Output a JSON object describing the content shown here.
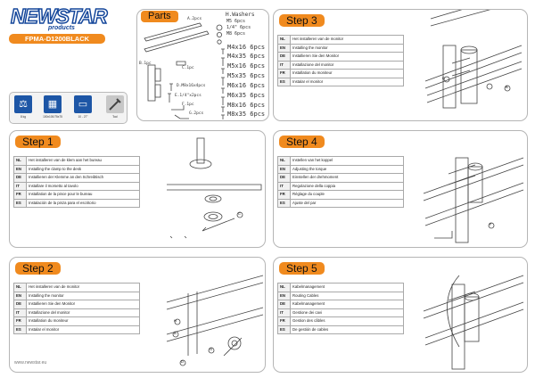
{
  "brand": {
    "logo": "NEWSTAR",
    "logo_sub": "products",
    "model": "FPMA-D1200BLACK",
    "website": "www.newstar.eu"
  },
  "specs": [
    {
      "icon": "weight-icon",
      "text": "8 kg"
    },
    {
      "icon": "vesa-icon",
      "text": "100x100/75x75"
    },
    {
      "icon": "screen-size-icon",
      "text": "10 - 27\""
    },
    {
      "icon": "tools-icon",
      "text": "Tool"
    }
  ],
  "parts": {
    "title": "Parts",
    "labels": {
      "a": "A.2pcs",
      "b": "B.1pc",
      "c": "C.1pc",
      "d": "D.M8x16x4pcs",
      "e": "E.1/4\"x2pcs",
      "f": "F.1pc",
      "g": "G.2pcs",
      "h": "H.Washers",
      "m5": "M5 6pcs",
      "q14": "1/4\" 6pcs",
      "m8": "M8 6pcs",
      "m4x16": "M4x16 6pcs",
      "m4x35": "M4x35 6pcs",
      "m5x16": "M5x16 6pcs",
      "m5x35": "M5x35 6pcs",
      "m6x16": "M6x16 6pcs",
      "m6x35": "M6x35 6pcs",
      "m8x16": "M8x16 6pcs",
      "m8x35": "M8x35 6pcs"
    }
  },
  "lang_codes": [
    "NL",
    "EN",
    "DE",
    "IT",
    "FR",
    "ES"
  ],
  "steps": [
    {
      "title": "Step 1",
      "lines": [
        "Het installeren van de klem aan het bureau",
        "Installing the clamp to the desk",
        "Installieren der Klemme an den Schreibtisch",
        "Installare il morsetto al tavolo",
        "Installation de la pince pour le bureau",
        "Instalación de la pinza para el escritorio"
      ]
    },
    {
      "title": "Step 2",
      "lines": [
        "Het installeren van de monitor",
        "Installing the monitor",
        "Installieren Sie den Monitor",
        "Installazione del monitor",
        "Installation du moniteur",
        "Instalar el monitor"
      ]
    },
    {
      "title": "Step 3",
      "lines": [
        "Het installeren van de monitor",
        "Installing the monitor",
        "Installieren Sie den Monitor",
        "Installazione del monitor",
        "Installation du moniteur",
        "Instalar el monitor"
      ]
    },
    {
      "title": "Step 4",
      "lines": [
        "Instellen van het koppel",
        "Adjusting the torque",
        "Einstellen der drehmoment",
        "Regolazione della coppia",
        "Réglage du couple",
        "Ajuste del par"
      ]
    },
    {
      "title": "Step 5",
      "lines": [
        "Kabelmanagement",
        "Routing Cables",
        "Kabelmanagement",
        "Gestione dei cavi",
        "Gestion des câbles",
        "De gestión de cables"
      ]
    }
  ],
  "callouts": {
    "a": "A",
    "b": "B",
    "c": "C",
    "d": "D",
    "e": "E",
    "f": "F",
    "g": "G",
    "h": "H"
  },
  "colors": {
    "accent": "#f08a1e",
    "brand_blue": "#14469a",
    "border": "#b5b5b5"
  }
}
